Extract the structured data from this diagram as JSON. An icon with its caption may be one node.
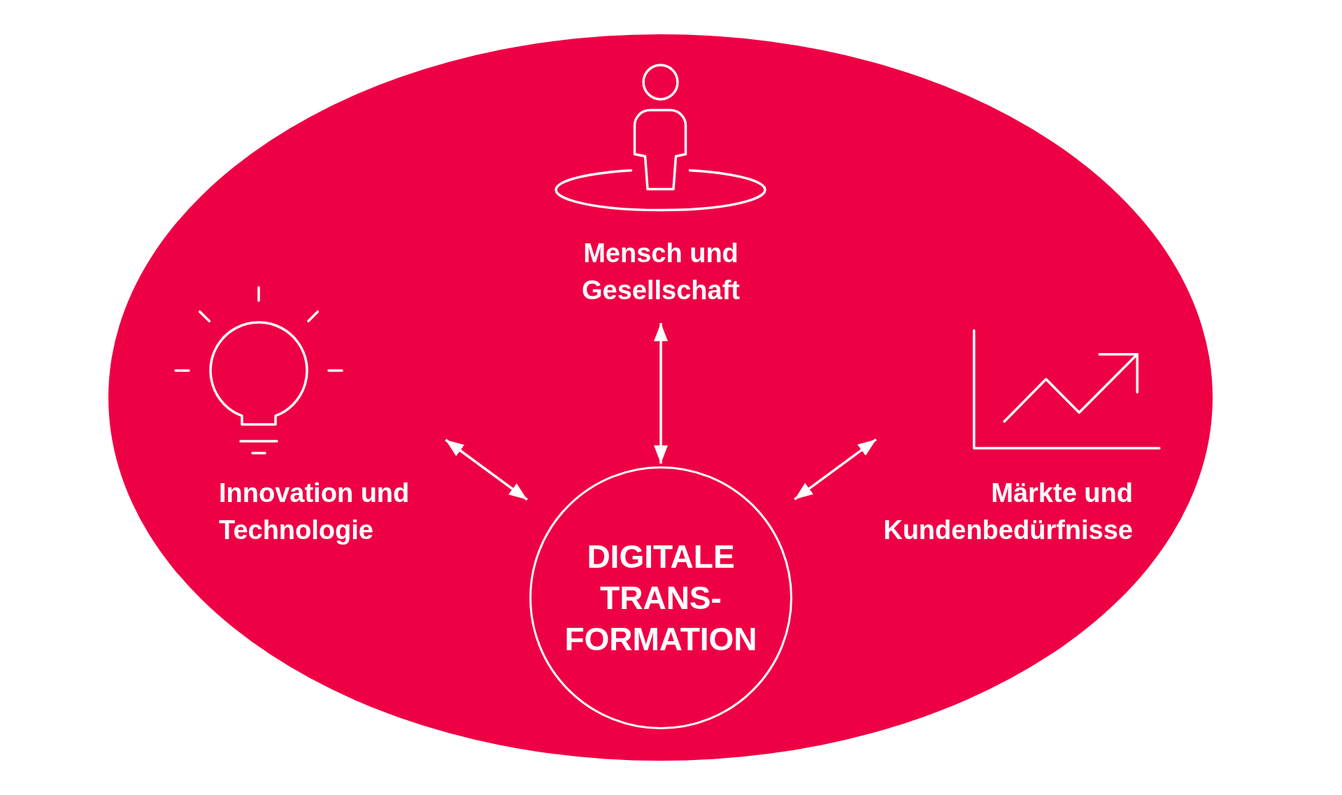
{
  "diagram": {
    "nodes": [
      {
        "text": [],
        "shape": "ellipse"
      },
      {
        "text": [
          "Mensch und Gesellschaft"
        ],
        "in": 0
      },
      {
        "text": [
          "Innovation und Technologie"
        ],
        "in": 0
      },
      {
        "text": [
          "Märkte und Kundenbedürfnisse"
        ],
        "in": 0
      },
      {
        "text": [
          "DIGITALE TRANS- FORMATION"
        ],
        "in": 0
      }
    ],
    "edges": [
      {
        "from": 1,
        "to": 4,
        "arrow": "both"
      },
      {
        "from": 2,
        "to": 4,
        "arrow": "both"
      },
      {
        "from": 3,
        "to": 4,
        "arrow": "both"
      }
    ]
  }
}
